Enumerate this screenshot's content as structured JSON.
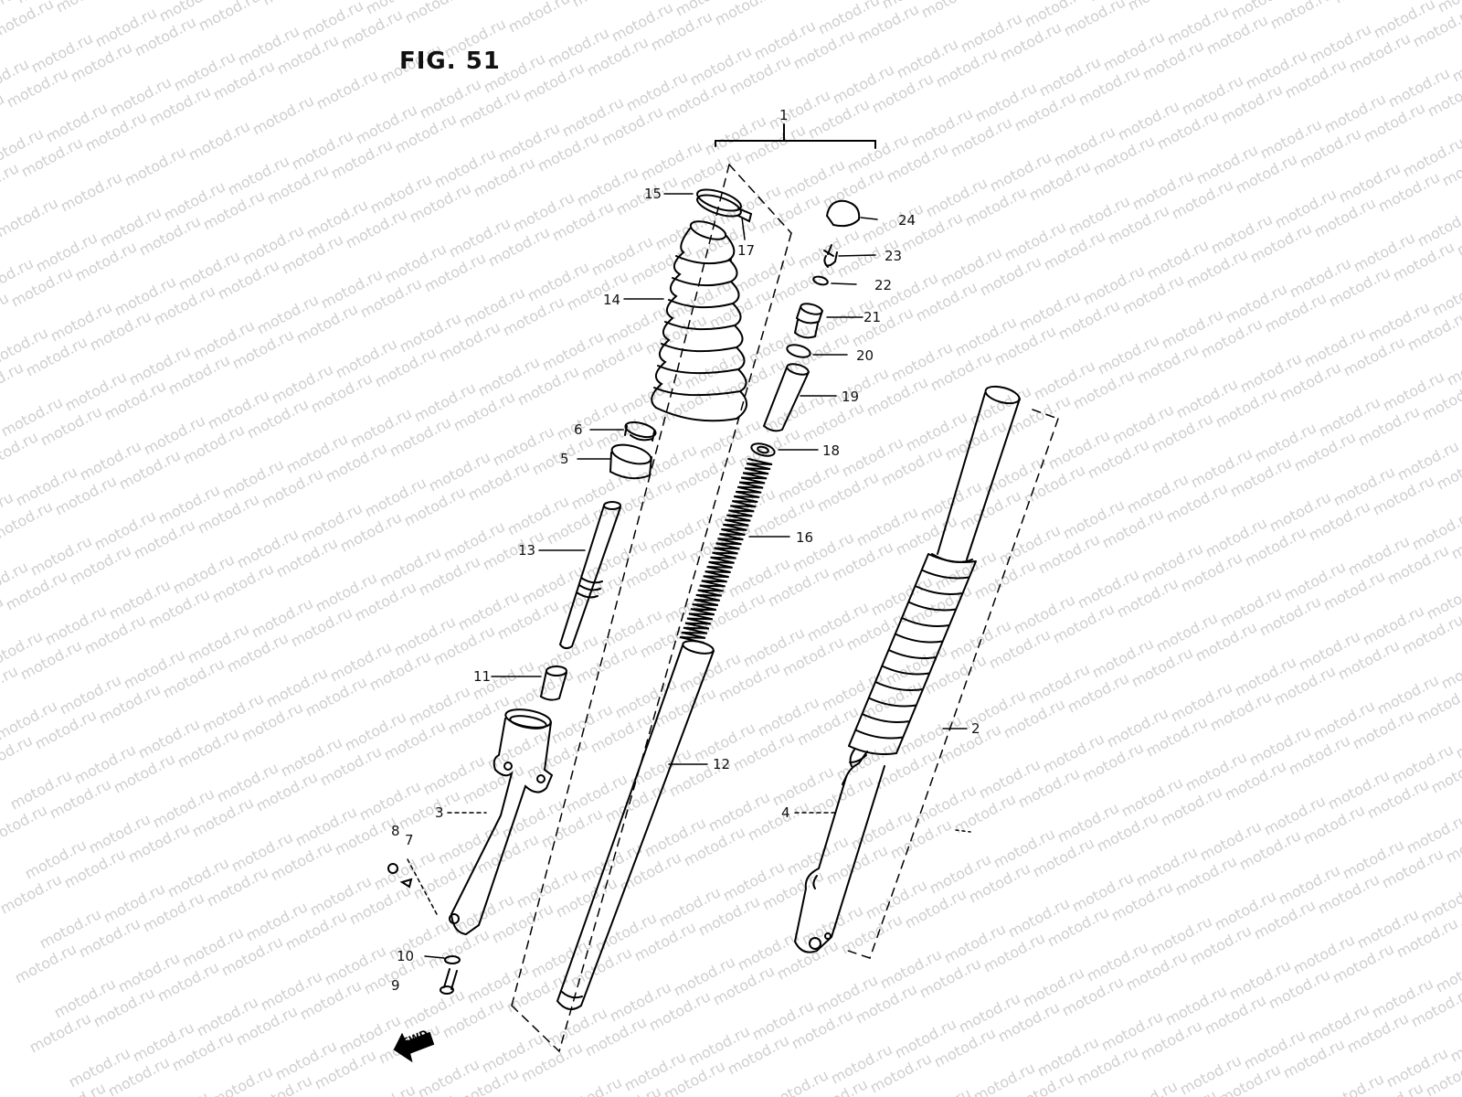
{
  "figure": {
    "title": "FIG. 51",
    "watermark_text": "motod.ru",
    "forward_arrow_text": "FWD"
  },
  "callouts": [
    {
      "id": "c1",
      "text": "1"
    },
    {
      "id": "c2",
      "text": "2"
    },
    {
      "id": "c3",
      "text": "3"
    },
    {
      "id": "c4",
      "text": "4"
    },
    {
      "id": "c5",
      "text": "5"
    },
    {
      "id": "c6",
      "text": "6"
    },
    {
      "id": "c7",
      "text": "7"
    },
    {
      "id": "c8",
      "text": "8"
    },
    {
      "id": "c9",
      "text": "9"
    },
    {
      "id": "c10",
      "text": "10"
    },
    {
      "id": "c11",
      "text": "11"
    },
    {
      "id": "c12",
      "text": "12"
    },
    {
      "id": "c13",
      "text": "13"
    },
    {
      "id": "c14",
      "text": "14"
    },
    {
      "id": "c15",
      "text": "15"
    },
    {
      "id": "c16",
      "text": "16"
    },
    {
      "id": "c17",
      "text": "17"
    },
    {
      "id": "c18",
      "text": "18"
    },
    {
      "id": "c19",
      "text": "19"
    },
    {
      "id": "c20",
      "text": "20"
    },
    {
      "id": "c21",
      "text": "21"
    },
    {
      "id": "c22",
      "text": "22"
    },
    {
      "id": "c23",
      "text": "23"
    },
    {
      "id": "c24",
      "text": "24"
    }
  ]
}
